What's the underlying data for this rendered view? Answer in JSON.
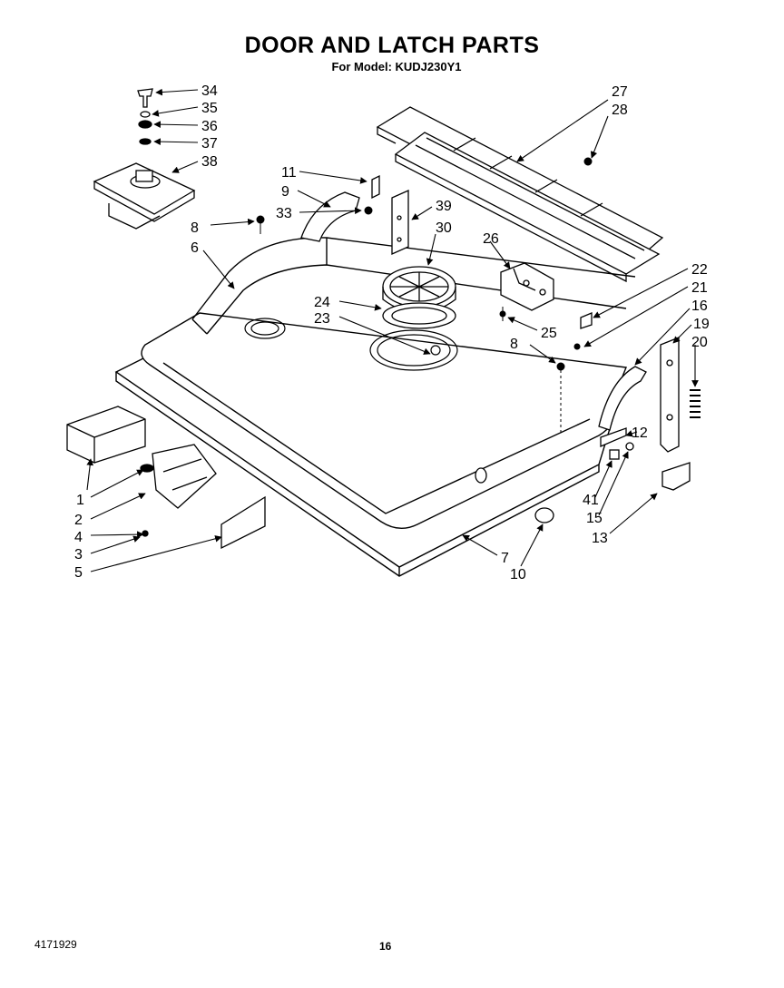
{
  "header": {
    "title": "DOOR AND LATCH PARTS",
    "subtitle": "For Model: KUDJ230Y1"
  },
  "footer": {
    "document_number": "4171929",
    "page_number": "16"
  },
  "callouts": [
    "34",
    "35",
    "36",
    "37",
    "38",
    "27",
    "28",
    "11",
    "9",
    "33",
    "39",
    "30",
    "8",
    "6",
    "26",
    "22",
    "24",
    "23",
    "25",
    "21",
    "16",
    "19",
    "20",
    "8",
    "12",
    "1",
    "2",
    "4",
    "3",
    "5",
    "41",
    "15",
    "13",
    "7",
    "10"
  ]
}
